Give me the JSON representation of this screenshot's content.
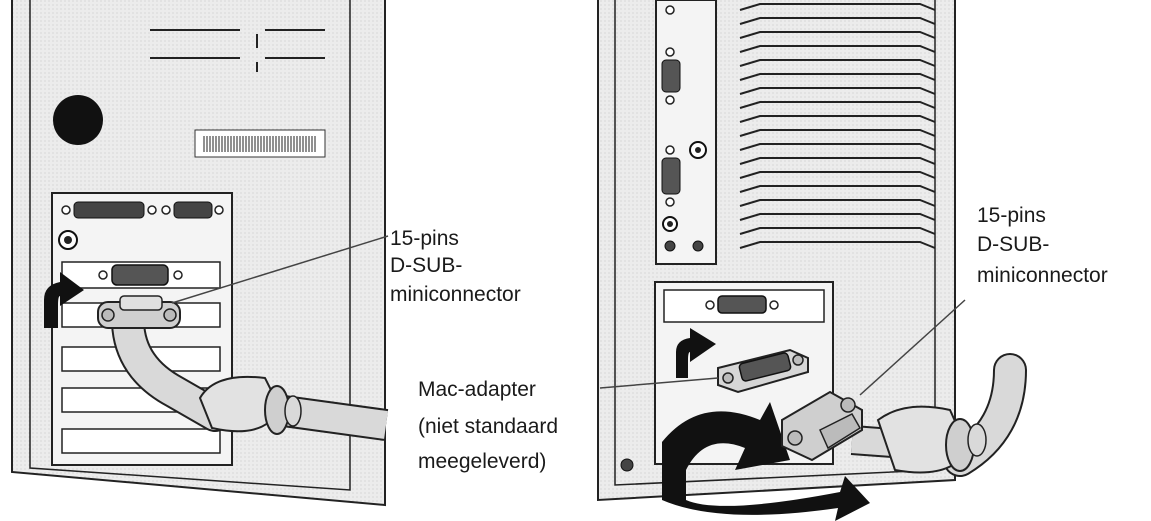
{
  "labels": {
    "left_connector": [
      "15-pins",
      "D-SUB-",
      "miniconnector"
    ],
    "right_connector": [
      "15-pins",
      "D-SUB-",
      "miniconnector"
    ],
    "mac_adapter": [
      "Mac-adapter",
      "(niet standaard",
      "meegeleverd)"
    ]
  },
  "colors": {
    "case_fill": "#e9e9e9",
    "panel_fill": "#f4f4f4",
    "outline": "#222222",
    "cable_fill": "#d9d9d9",
    "arrow": "#111111"
  }
}
